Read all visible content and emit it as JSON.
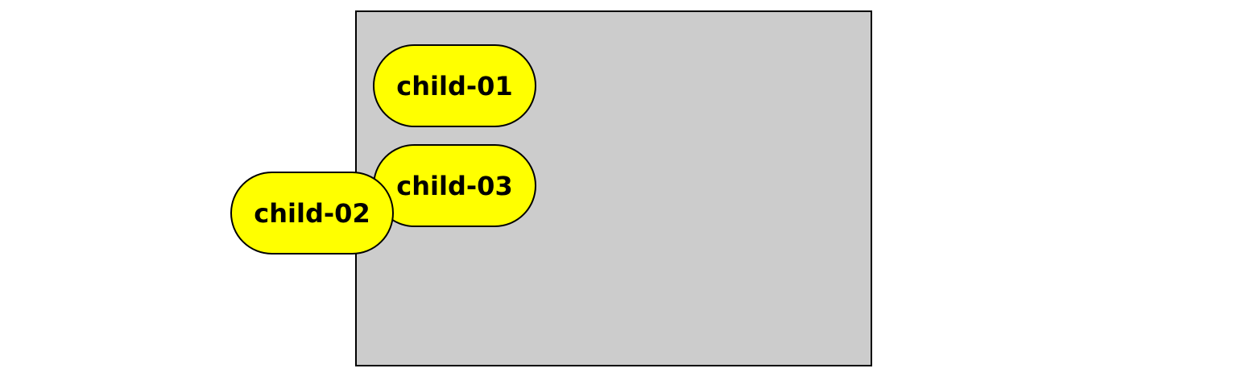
{
  "parent": {
    "fill_color": "#cccccc",
    "border_color": "#000000"
  },
  "children": [
    {
      "label": "child-01",
      "fill_color": "#ffff00"
    },
    {
      "label": "child-02",
      "fill_color": "#ffff00"
    },
    {
      "label": "child-03",
      "fill_color": "#ffff00"
    }
  ]
}
